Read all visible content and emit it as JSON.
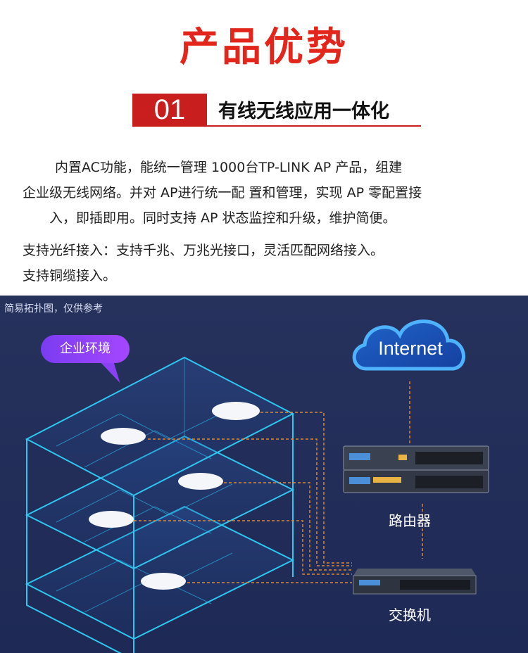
{
  "header": {
    "title": "产品优势",
    "section_number": "01",
    "section_title": "有线无线应用一体化"
  },
  "description": {
    "line1": "内置AC功能，能统一管理 1000台TP-LINK AP 产品，组建",
    "line2": "企业级无线网络。并对 AP进行统一配 置和管理，实现 AP 零配置接",
    "line3": "入，即插即用。同时支持 AP 状态监控和升级，维护简便。",
    "line4": "支持光纤接入：支持千兆、万兆光接口，灵活匹配网络接入。",
    "line5": "支持铜缆接入。"
  },
  "topology": {
    "caption": "简易拓扑图，仅供参考",
    "enterprise_label": "企业环境",
    "cloud_label": "Internet",
    "router_label": "路由器",
    "switch_label": "交换机",
    "colors": {
      "background": "#24305a",
      "floor_line": "#2fc6f0",
      "cable": "#d88a3a",
      "bubble": "#8a41f4"
    }
  }
}
